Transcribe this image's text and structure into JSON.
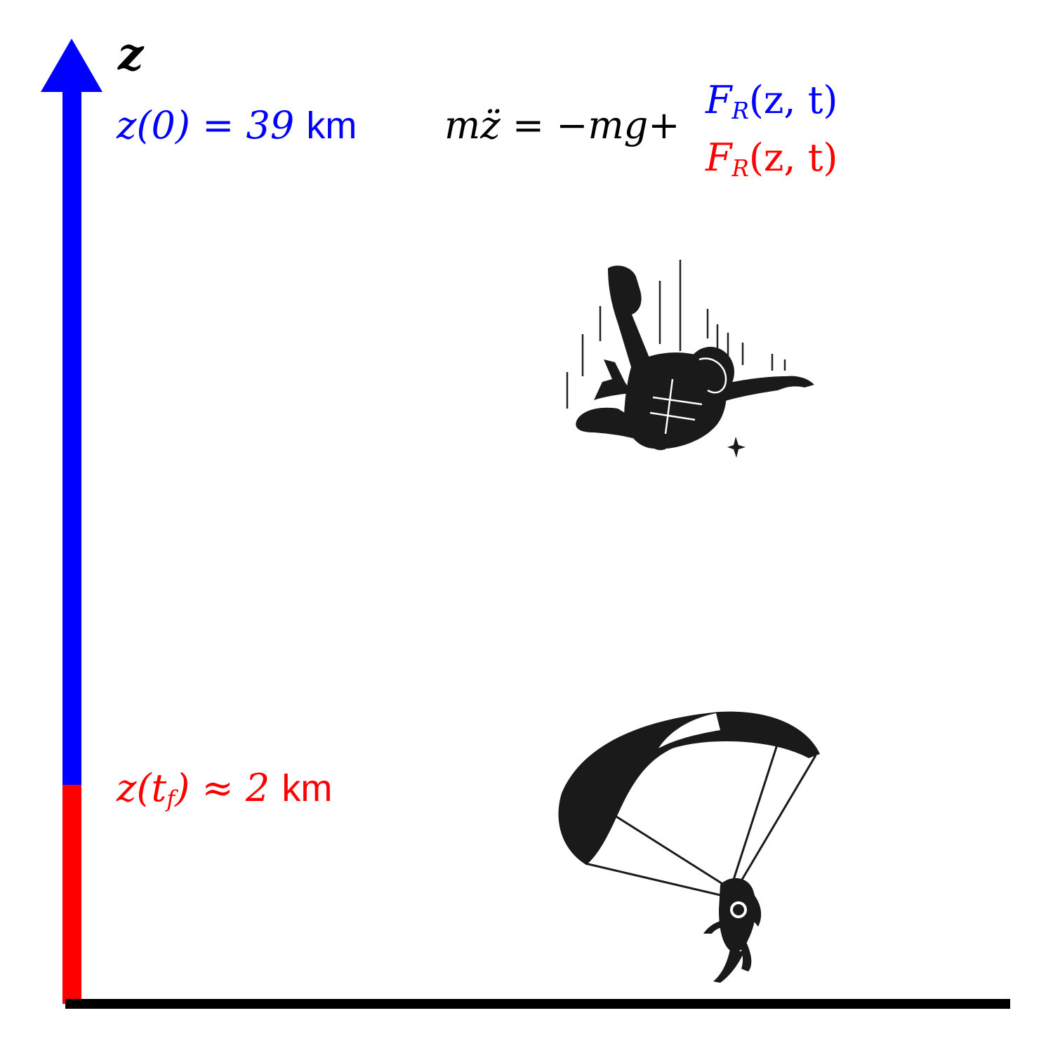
{
  "axis": {
    "label": "z",
    "upper_segment_color": "#0000ff",
    "lower_segment_color": "#ff0000",
    "ground_color": "#000000"
  },
  "labels": {
    "start": {
      "lhs": "z(0) = 39",
      "unit": "km",
      "color": "#0000ff"
    },
    "end": {
      "lhs_pre": "z(t",
      "lhs_sub": "f",
      "lhs_post": ") ≈ 2",
      "unit": "km",
      "color": "#ff0000"
    }
  },
  "equation": {
    "main": "mz̈ = −mg+",
    "force_top": {
      "name": "F",
      "sub": "R",
      "args": "(z, t)",
      "color": "#0000ff"
    },
    "force_bottom": {
      "name": "F",
      "sub": "R",
      "args": "(z, t)",
      "color": "#ff0000"
    }
  },
  "illustrations": [
    {
      "icon": "freefall-skydiver-icon"
    },
    {
      "icon": "paraglider-icon"
    }
  ]
}
